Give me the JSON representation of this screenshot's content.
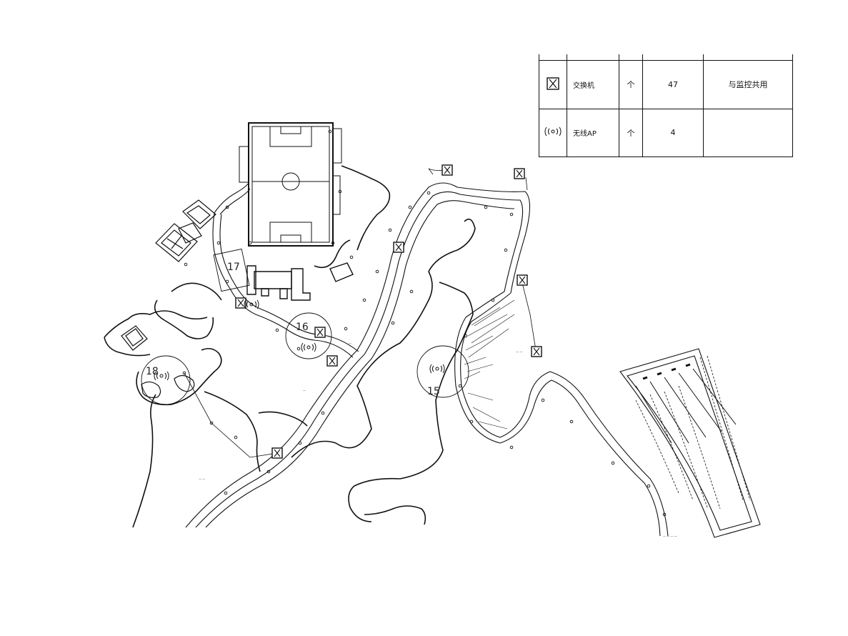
{
  "legend": {
    "header": [
      "",
      "",
      "",
      "",
      ""
    ],
    "rows": [
      {
        "icon": "switch-box-icon",
        "name": "交换机",
        "unit": "个",
        "qty": "47",
        "note": "与监控共用"
      },
      {
        "icon": "wireless-ap-icon",
        "name": "无线AP",
        "unit": "个",
        "qty": "4",
        "note": ""
      }
    ]
  },
  "map": {
    "zone_labels": [
      "17",
      "16",
      "18",
      "15"
    ]
  },
  "colors": {
    "line": "#111111",
    "paper": "#ffffff"
  }
}
